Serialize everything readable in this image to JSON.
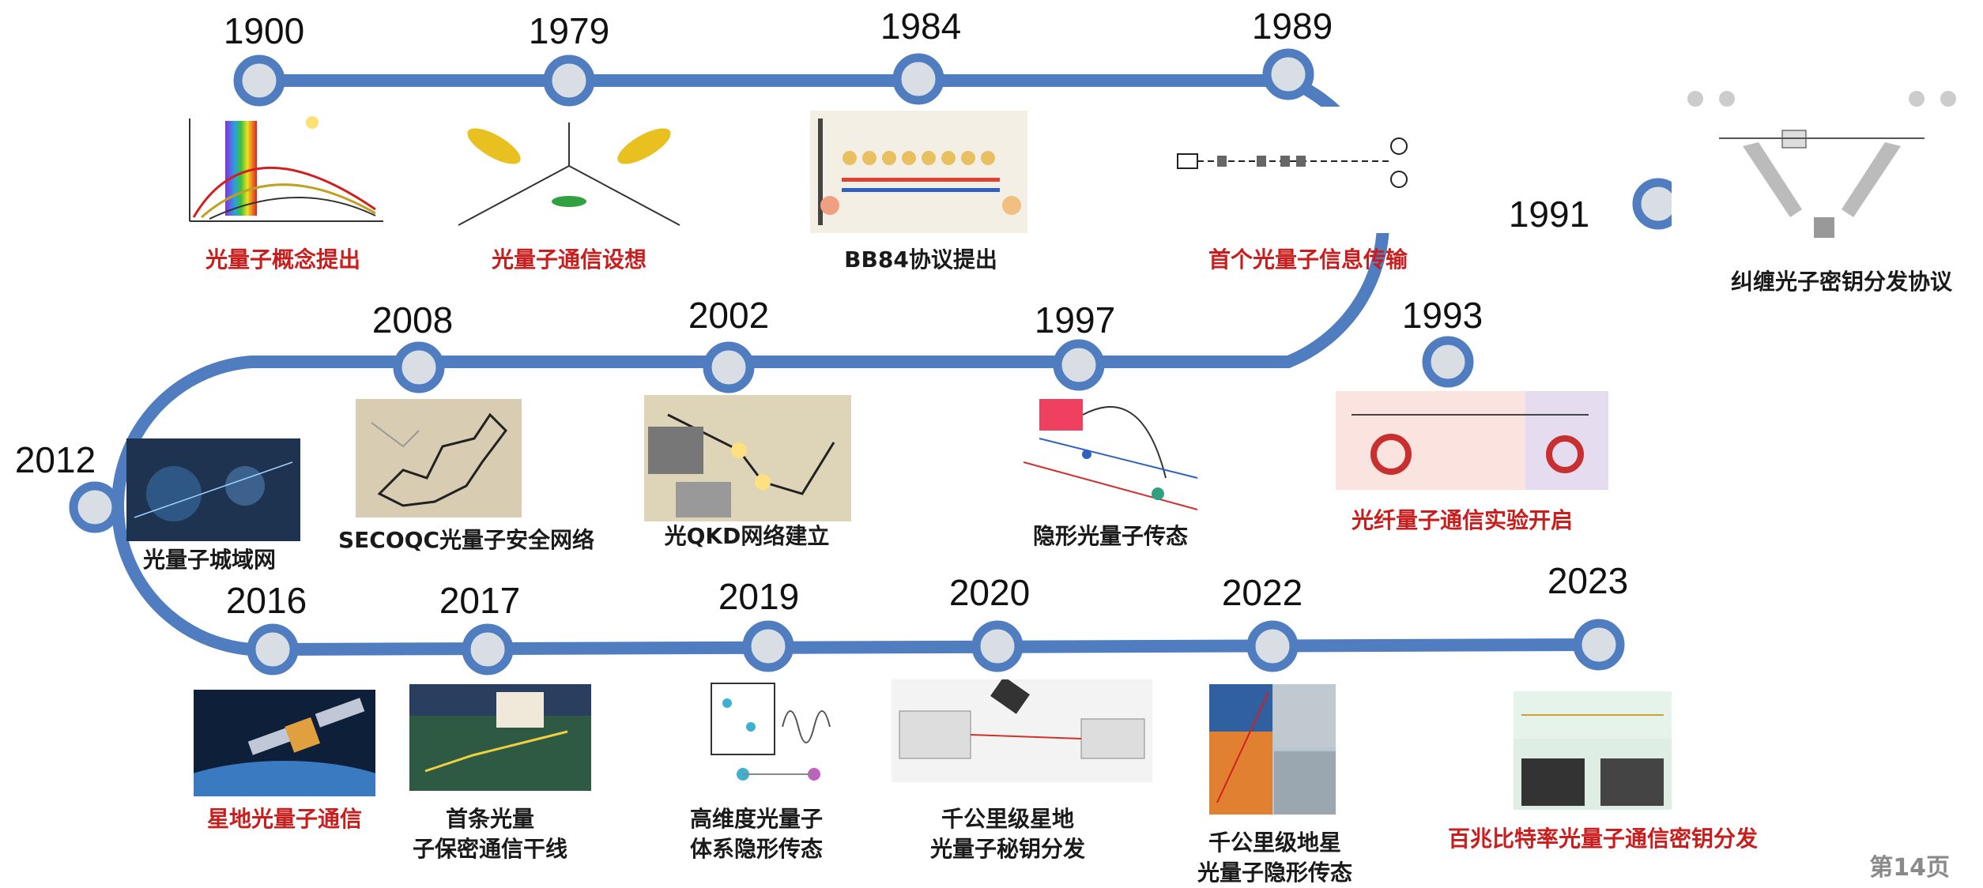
{
  "colors": {
    "track": "#4f7dc0",
    "highlight": "#c81e1e",
    "text": "#1a1a1a",
    "node_fill": "#d9dde4"
  },
  "events": [
    {
      "year": "1900",
      "label": "光量子概念提出",
      "highlight": true,
      "thumbnail": "blackbody-spectrum-graph"
    },
    {
      "year": "1979",
      "label": "光量子通信设想",
      "highlight": true,
      "thumbnail": "photon-pairs-diagram"
    },
    {
      "year": "1984",
      "label": "BB84协议提出",
      "highlight": false,
      "thumbnail": "bb84-protocol-illustration"
    },
    {
      "year": "1989",
      "label": "首个光量子信息传输",
      "highlight": true,
      "thumbnail": "quantum-channel-schematic"
    },
    {
      "year": "1991",
      "label": "纠缠光子密钥分发协议",
      "highlight": false,
      "thumbnail": "entanglement-distribution-schematic"
    },
    {
      "year": "1993",
      "label": "光纤量子通信实验开启",
      "highlight": true,
      "thumbnail": "fiber-experiment-schematic"
    },
    {
      "year": "1997",
      "label": "隐形光量子传态",
      "highlight": false,
      "thumbnail": "teleportation-setup"
    },
    {
      "year": "2002",
      "label": "光QKD网络建立",
      "highlight": false,
      "thumbnail": "qkd-network-map"
    },
    {
      "year": "2008",
      "label": "SECOQC光量子安全网络",
      "highlight": false,
      "thumbnail": "secoqc-network-map"
    },
    {
      "year": "2012",
      "label": "光量子城域网",
      "highlight": false,
      "thumbnail": "metro-network-image"
    },
    {
      "year": "2016",
      "label": "星地光量子通信",
      "highlight": true,
      "thumbnail": "satellite-image"
    },
    {
      "year": "2017",
      "label": "首条光量子保密通信干线",
      "highlight": false,
      "thumbnail": "backbone-map"
    },
    {
      "year": "2019",
      "label": "高维度光量子体系隐形传态",
      "highlight": false,
      "thumbnail": "high-dimensional-diagram"
    },
    {
      "year": "2020",
      "label": "千公里级星地光量子秘钥分发",
      "highlight": false,
      "thumbnail": "satellite-qkd-schematic"
    },
    {
      "year": "2022",
      "label": "千公里级地星光量子隐形传态",
      "highlight": false,
      "thumbnail": "ground-satellite-photos"
    },
    {
      "year": "2023",
      "label": "百兆比特率光量子通信密钥分发",
      "highlight": true,
      "thumbnail": "high-rate-qkd-photos"
    }
  ],
  "page_label": "第14页"
}
